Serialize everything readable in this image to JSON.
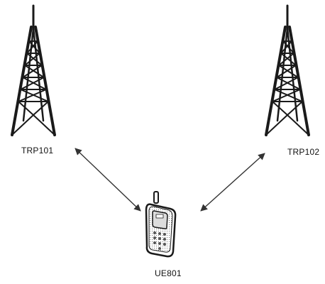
{
  "nodes": {
    "trp1": {
      "label": "TRP101",
      "icon": "tower-icon"
    },
    "trp2": {
      "label": "TRP102",
      "icon": "tower-icon"
    },
    "ue": {
      "label": "UE801",
      "icon": "mobile-phone-icon"
    }
  },
  "links": [
    {
      "from": "TRP101",
      "to": "UE801",
      "type": "bidirectional-arrow"
    },
    {
      "from": "TRP102",
      "to": "UE801",
      "type": "bidirectional-arrow"
    }
  ],
  "colors": {
    "stroke": "#1a1a1a",
    "arrow": "#333333",
    "screen": "#dcdcdc",
    "keys": "#555555"
  }
}
